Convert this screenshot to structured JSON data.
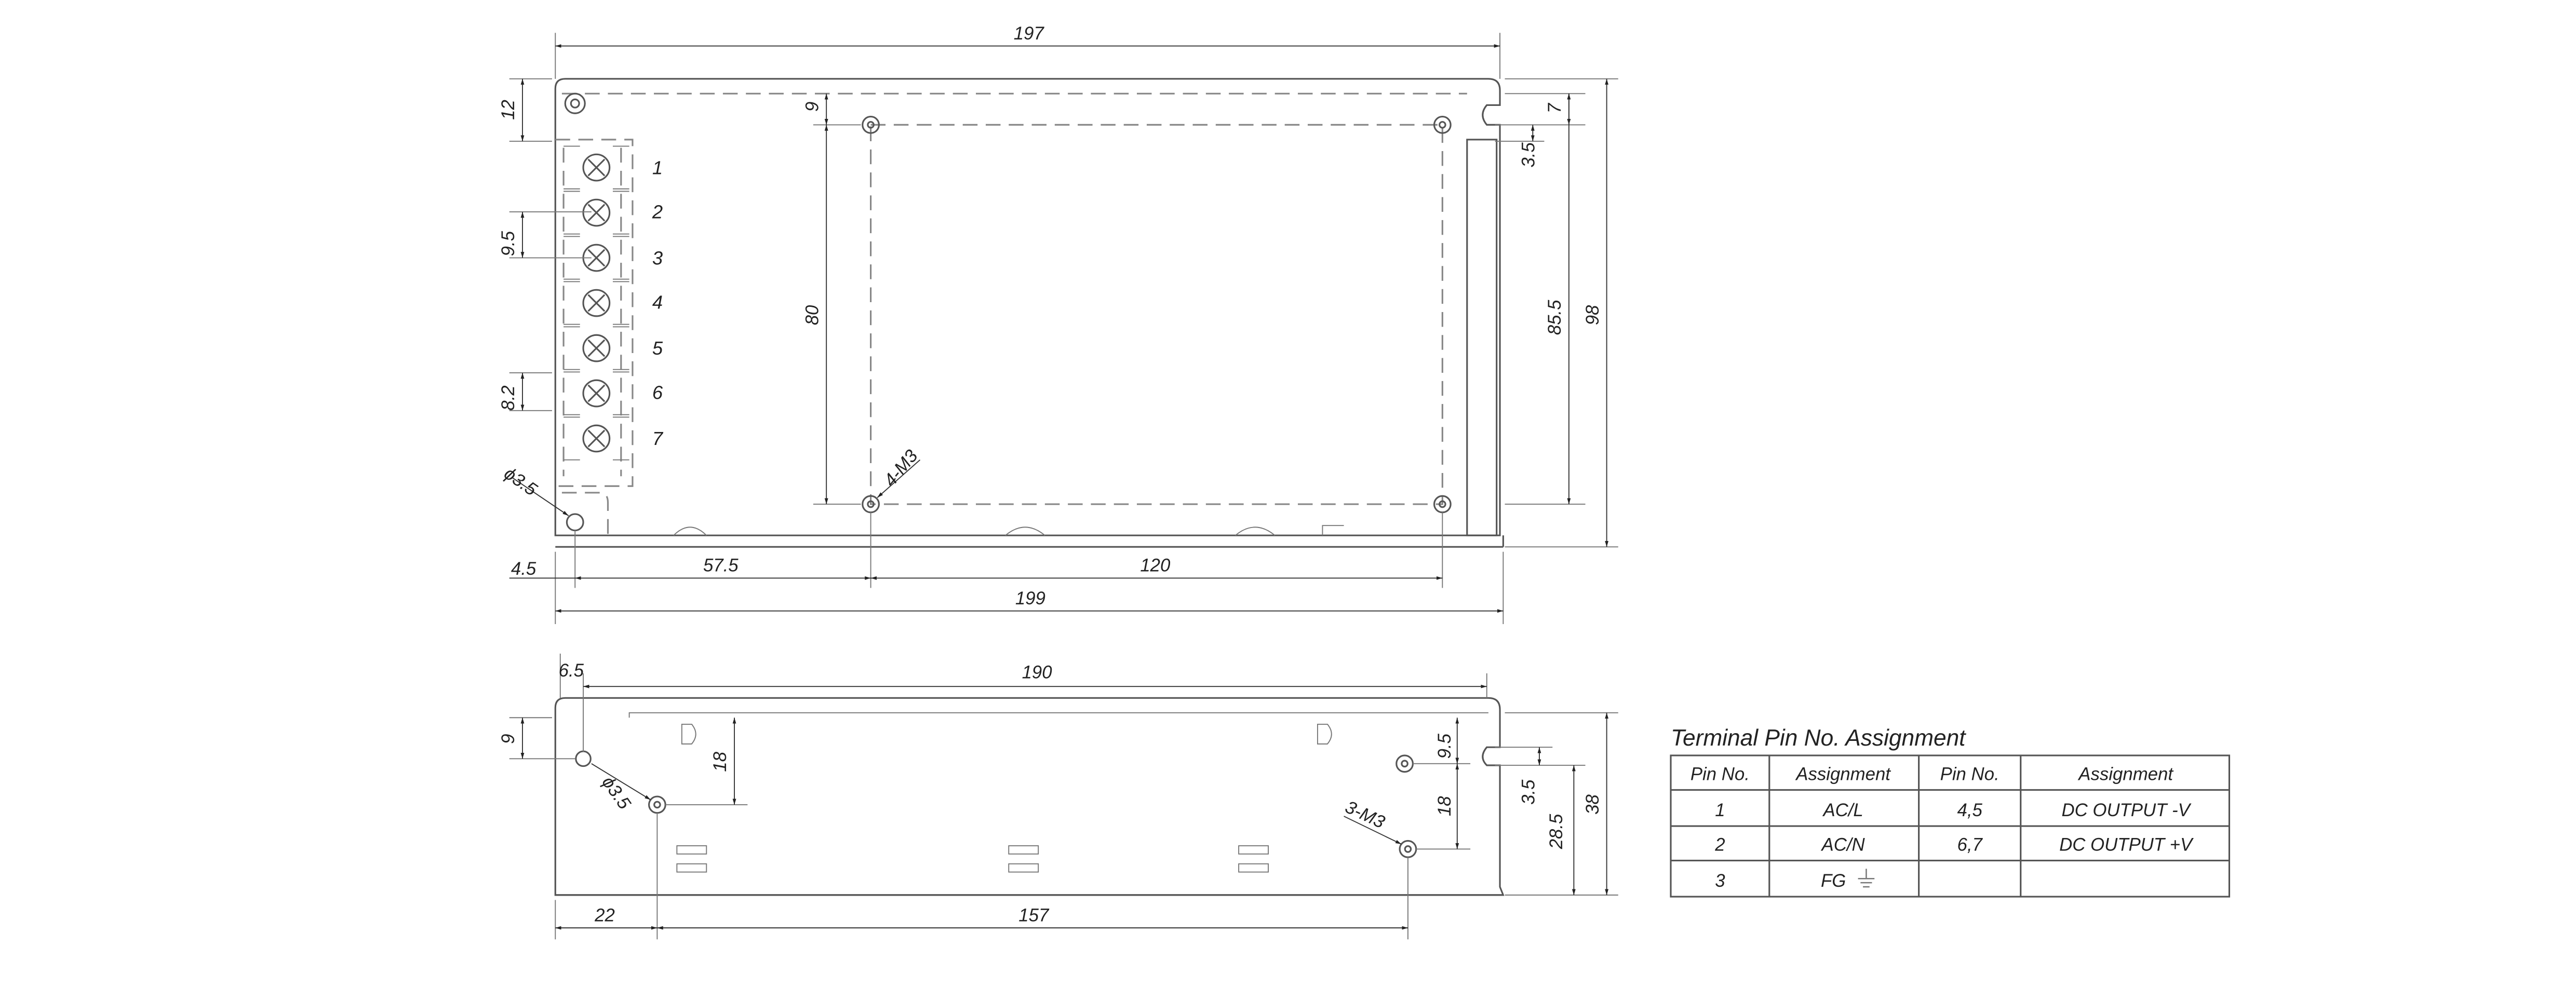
{
  "top_view": {
    "dims": {
      "overall_top": "197",
      "overall_bottom": "199",
      "top_margin": "12",
      "pin_pitch": "9.5",
      "pin_width": "8.2",
      "hole_dia": "ϕ3.5",
      "mount_thread": "4-M3",
      "hole_offset_top": "9",
      "hole_spacing_v": "80",
      "notch": "7",
      "notch_offset": "3.5",
      "height_inner": "85.5",
      "height_total": "98",
      "left_offset": "4.5",
      "hole_offset_x": "57.5",
      "hole_spacing_h": "120"
    },
    "pins": [
      "1",
      "2",
      "3",
      "4",
      "5",
      "6",
      "7"
    ]
  },
  "side_view": {
    "dims": {
      "left_offset": "6.5",
      "length": "190",
      "hole_height": "9",
      "hole_v1": "18",
      "hole_dia": "ϕ3.5",
      "right_top": "9.5",
      "right_v": "18",
      "mount_thread": "3-M3",
      "notch": "3.5",
      "height_inner": "28.5",
      "height_total": "38",
      "hole_offset_x": "22",
      "hole_spacing_h": "157"
    }
  },
  "pin_table": {
    "title": "Terminal Pin No.  Assignment",
    "headers": [
      "Pin No.",
      "Assignment",
      "Pin No.",
      "Assignment"
    ],
    "rows": [
      [
        "1",
        "AC/L",
        "4,5",
        "DC OUTPUT -V"
      ],
      [
        "2",
        "AC/N",
        "6,7",
        "DC OUTPUT +V"
      ],
      [
        "3",
        "FG",
        "",
        ""
      ]
    ],
    "ground_icon": "earth-ground-icon"
  }
}
